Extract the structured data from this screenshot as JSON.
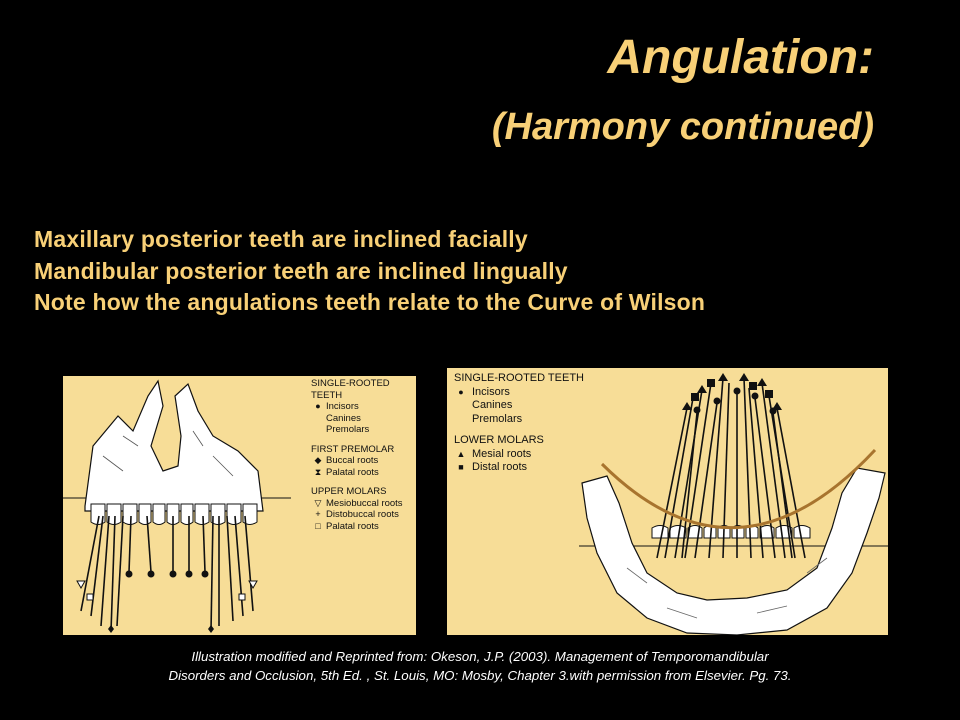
{
  "slide": {
    "title": "Angulation:",
    "subtitle": "(Harmony continued)",
    "bullets": [
      "Maxillary posterior teeth are inclined facially",
      "Mandibular posterior teeth are inclined lingually",
      "Note how the angulations teeth relate to the Curve of Wilson"
    ],
    "caption_line1": "Illustration modified and Reprinted from: Okeson, J.P. (2003). Management of Temporomandibular",
    "caption_line2": "Disorders and Occlusion, 5th Ed. , St. Louis, MO: Mosby, Chapter 3.with permission from Elsevier. Pg. 73."
  },
  "colors": {
    "background": "#000000",
    "title_text": "#f8d077",
    "figure_bg": "#f7dd97",
    "curve": "#a8742e"
  },
  "left_figure": {
    "legend": {
      "h1": "SINGLE-ROOTED TEETH",
      "i1": "Incisors",
      "i2": "Canines",
      "i3": "Premolars",
      "h2": "FIRST PREMOLAR",
      "i4": "Buccal roots",
      "i5": "Palatal roots",
      "h3": "UPPER MOLARS",
      "i6": "Mesiobuccal roots",
      "i7": "Distobuccal roots",
      "i8": "Palatal roots"
    }
  },
  "right_figure": {
    "legend": {
      "h1": "SINGLE-ROOTED TEETH",
      "i1": "Incisors",
      "i2": "Canines",
      "i3": "Premolars",
      "h2": "LOWER MOLARS",
      "i4": "Mesial roots",
      "i5": "Distal roots"
    }
  }
}
